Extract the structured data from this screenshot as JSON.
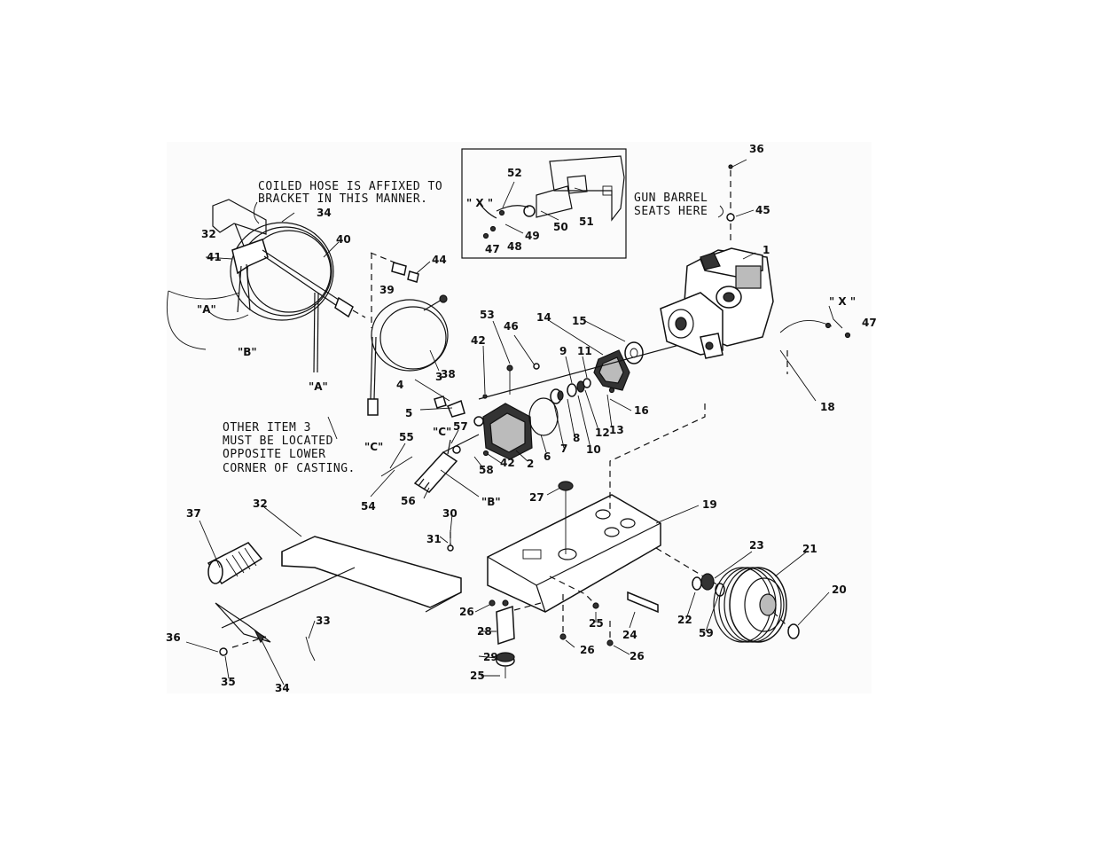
{
  "notes": {
    "coiled_hose_line1": "COILED HOSE IS AFFIXED TO",
    "coiled_hose_line2": "BRACKET IN THIS MANNER.",
    "gun_barrel_line1": "GUN BARREL",
    "gun_barrel_line2": "SEATS HERE",
    "other_item_line1": "OTHER ITEM 3",
    "other_item_line2": "MUST BE LOCATED",
    "other_item_line3": "OPPOSITE LOWER",
    "other_item_line4": "CORNER OF CASTING."
  },
  "refs": {
    "a_left": "\"A\"",
    "b_left": "\"B\"",
    "a_bottom": "\"A\"",
    "c_hose": "\"C\"",
    "c_valve": "\"C\"",
    "b_valve": "\"B\"",
    "x_inset": "\" X \"",
    "x_right": "\" X \""
  },
  "callouts": {
    "c36_top": "36",
    "c45": "45",
    "c1": "1",
    "c47_right": "47",
    "c18": "18",
    "c52": "52",
    "c50": "50",
    "c51": "51",
    "c49": "49",
    "c48": "48",
    "c47_inset": "47",
    "c32_top": "32",
    "c34_top": "34",
    "c40": "40",
    "c41": "41",
    "c44": "44",
    "c39": "39",
    "c38": "38",
    "c3_top": "3",
    "c4": "4",
    "c5": "5",
    "c53": "53",
    "c42_top": "42",
    "c46": "46",
    "c14": "14",
    "c15": "15",
    "c9": "9",
    "c11": "11",
    "c16": "16",
    "c13": "13",
    "c12": "12",
    "c10": "10",
    "c8": "8",
    "c7": "7",
    "c6": "6",
    "c2": "2",
    "c42_bottom": "42",
    "c58": "58",
    "c57": "57",
    "c55": "55",
    "c54": "54",
    "c56": "56",
    "c27": "27",
    "c19": "19",
    "c30": "30",
    "c31": "31",
    "c37": "37",
    "c32_bottom": "32",
    "c33": "33",
    "c36_bottom": "36",
    "c35": "35",
    "c34_bottom": "34",
    "c26_a": "26",
    "c28": "28",
    "c29": "29",
    "c25": "25",
    "c26_b": "26",
    "c26_c": "26",
    "c25_b": "25",
    "c24": "24",
    "c22": "22",
    "c59": "59",
    "c23": "23",
    "c21": "21",
    "c20": "20"
  }
}
